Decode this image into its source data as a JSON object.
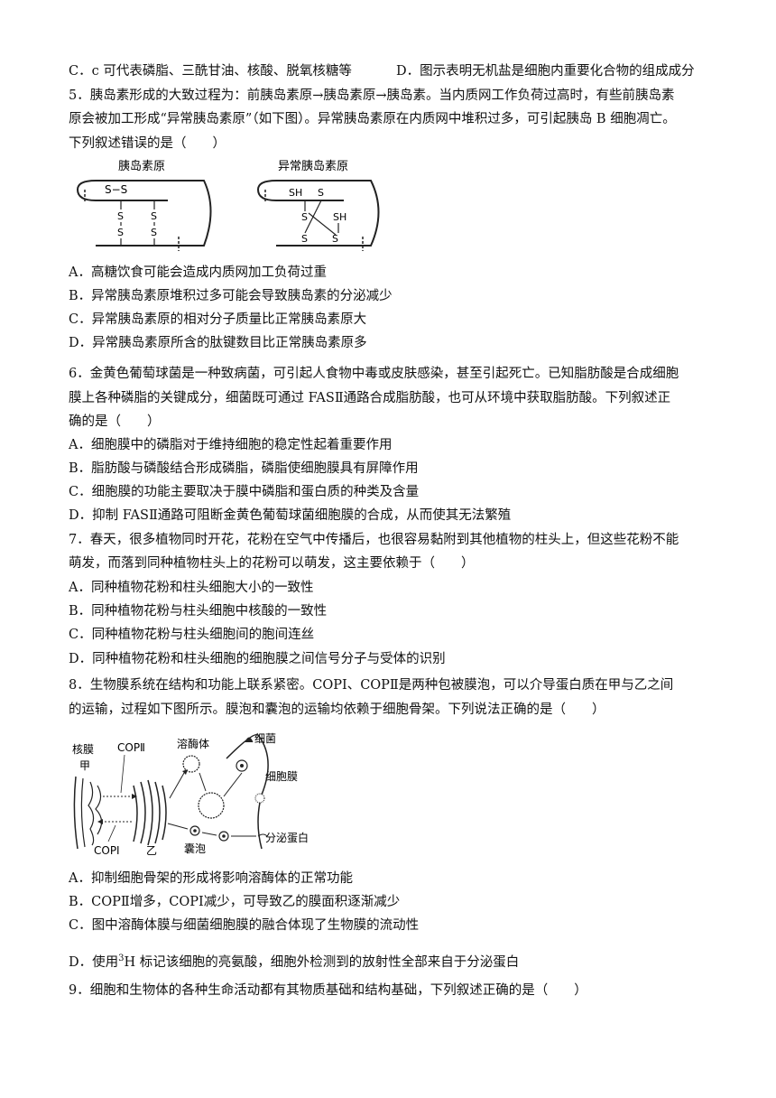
{
  "q4_opts": {
    "C": "C．c 可代表磷脂、三酰甘油、核酸、脱氧核糖等",
    "D": "D．图示表明无机盐是细胞内重要化合物的组成成分"
  },
  "q5": {
    "stem": [
      "5．胰岛素形成的大致过程为：前胰岛素原→胰岛素原→胰岛素。当内质网工作负荷过高时，有些前胰岛素",
      "原会被加工形成“异常胰岛素原”（如下图）。异常胰岛素原在内质网中堆积过多，可引起胰岛 B 细胞凋亡。",
      "下列叙述错误的是（　　）"
    ],
    "fig_left_title": "胰岛素原",
    "fig_right_title": "异常胰岛素原",
    "fig_left_labels": [
      "S−S",
      "S",
      "S",
      "S",
      "S"
    ],
    "fig_right_labels": [
      "SH",
      "S",
      "S",
      "SH",
      "S",
      "S"
    ],
    "options": [
      "A．高糖饮食可能会造成内质网加工负荷过重",
      "B．异常胰岛素原堆积过多可能会导致胰岛素的分泌减少",
      "C．异常胰岛素原的相对分子质量比正常胰岛素原大",
      "D．异常胰岛素原所含的肽键数目比正常胰岛素原多"
    ]
  },
  "q6": {
    "stem": [
      "6．金黄色葡萄球菌是一种致病菌，可引起人食物中毒或皮肤感染，甚至引起死亡。已知脂肪酸是合成细胞",
      "膜上各种磷脂的关键成分，细菌既可通过 FASⅡ通路合成脂肪酸，也可从环境中获取脂肪酸。下列叙述正",
      "确的是（　　）"
    ],
    "options": [
      "A．细胞膜中的磷脂对于维持细胞的稳定性起着重要作用",
      "B．脂肪酸与磷酸结合形成磷脂，磷脂使细胞膜具有屏障作用",
      "C．细胞膜的功能主要取决于膜中磷脂和蛋白质的种类及含量",
      "D．抑制 FASⅡ通路可阻断金黄色葡萄球菌细胞膜的合成，从而使其无法繁殖"
    ]
  },
  "q7": {
    "stem": [
      "7．春天，很多植物同时开花，花粉在空气中传播后，也很容易黏附到其他植物的柱头上，但这些花粉不能",
      "萌发，而落到同种植物柱头上的花粉可以萌发，这主要依赖于（　　）"
    ],
    "options": [
      "A．同种植物花粉和柱头细胞大小的一致性",
      "B．同种植物花粉与柱头细胞中核酸的一致性",
      "C．同种植物花粉与柱头细胞间的胞间连丝",
      "D．同种植物花粉和柱头细胞的细胞膜之间信号分子与受体的识别"
    ]
  },
  "q8": {
    "stem": [
      "8．生物膜系统在结构和功能上联系紧密。COPⅠ、COPⅡ是两种包被膜泡，可以介导蛋白质在甲与乙之间",
      "的运输，过程如下图所示。膜泡和囊泡的运输均依赖于细胞骨架。下列说法正确的是（　　）"
    ],
    "fig_labels": {
      "nuclear": "核膜",
      "jia": "甲",
      "copii": "COPⅡ",
      "copi": "COPⅠ",
      "yi": "乙",
      "lyso": "溶酶体",
      "bact": "细菌",
      "membrane": "细胞膜",
      "vesicle": "囊泡",
      "secreted": "分泌蛋白"
    },
    "options": {
      "A": "A．抑制细胞骨架的形成将影响溶酶体的正常功能",
      "B": "B．COPⅡ增多，COPⅠ减少，可导致乙的膜面积逐渐减少",
      "C": "C．图中溶酶体膜与细菌细胞膜的融合体现了生物膜的流动性",
      "D_pre": "D．使用",
      "D_sup": "3",
      "D_post": "H 标记该细胞的亮氨酸，细胞外检测到的放射性全部来自于分泌蛋白"
    }
  },
  "q9": {
    "stem": "9．细胞和生物体的各种生命活动都有其物质基础和结构基础，下列叙述正确的是（　　）"
  }
}
